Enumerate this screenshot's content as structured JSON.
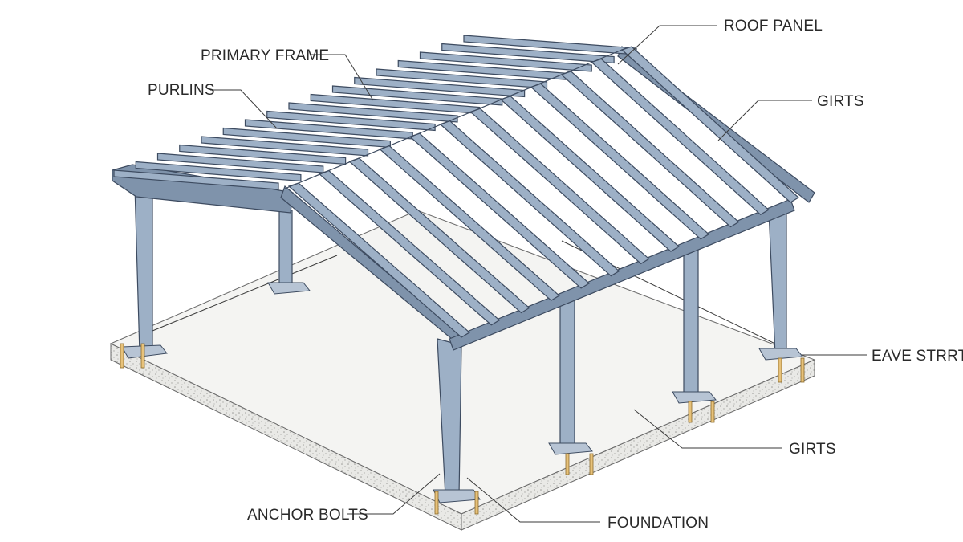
{
  "diagram": {
    "labels": {
      "roof_panel": "ROOF PANEL",
      "primary_frame": "PRIMARY FRAME",
      "purlins": "PURLINS",
      "girts_upper": "GIRTS",
      "eave_struts": "EAVE STRRTS",
      "girts_lower": "GIRTS",
      "anchor_bolts": "ANCHOR BOLTS",
      "foundation": "FOUNDATION"
    },
    "colors": {
      "steel": "#9db0c6",
      "steel_outline": "#3d4b60",
      "slab": "#f4f4f2",
      "anchor_bolt": "#e7c27a"
    }
  }
}
